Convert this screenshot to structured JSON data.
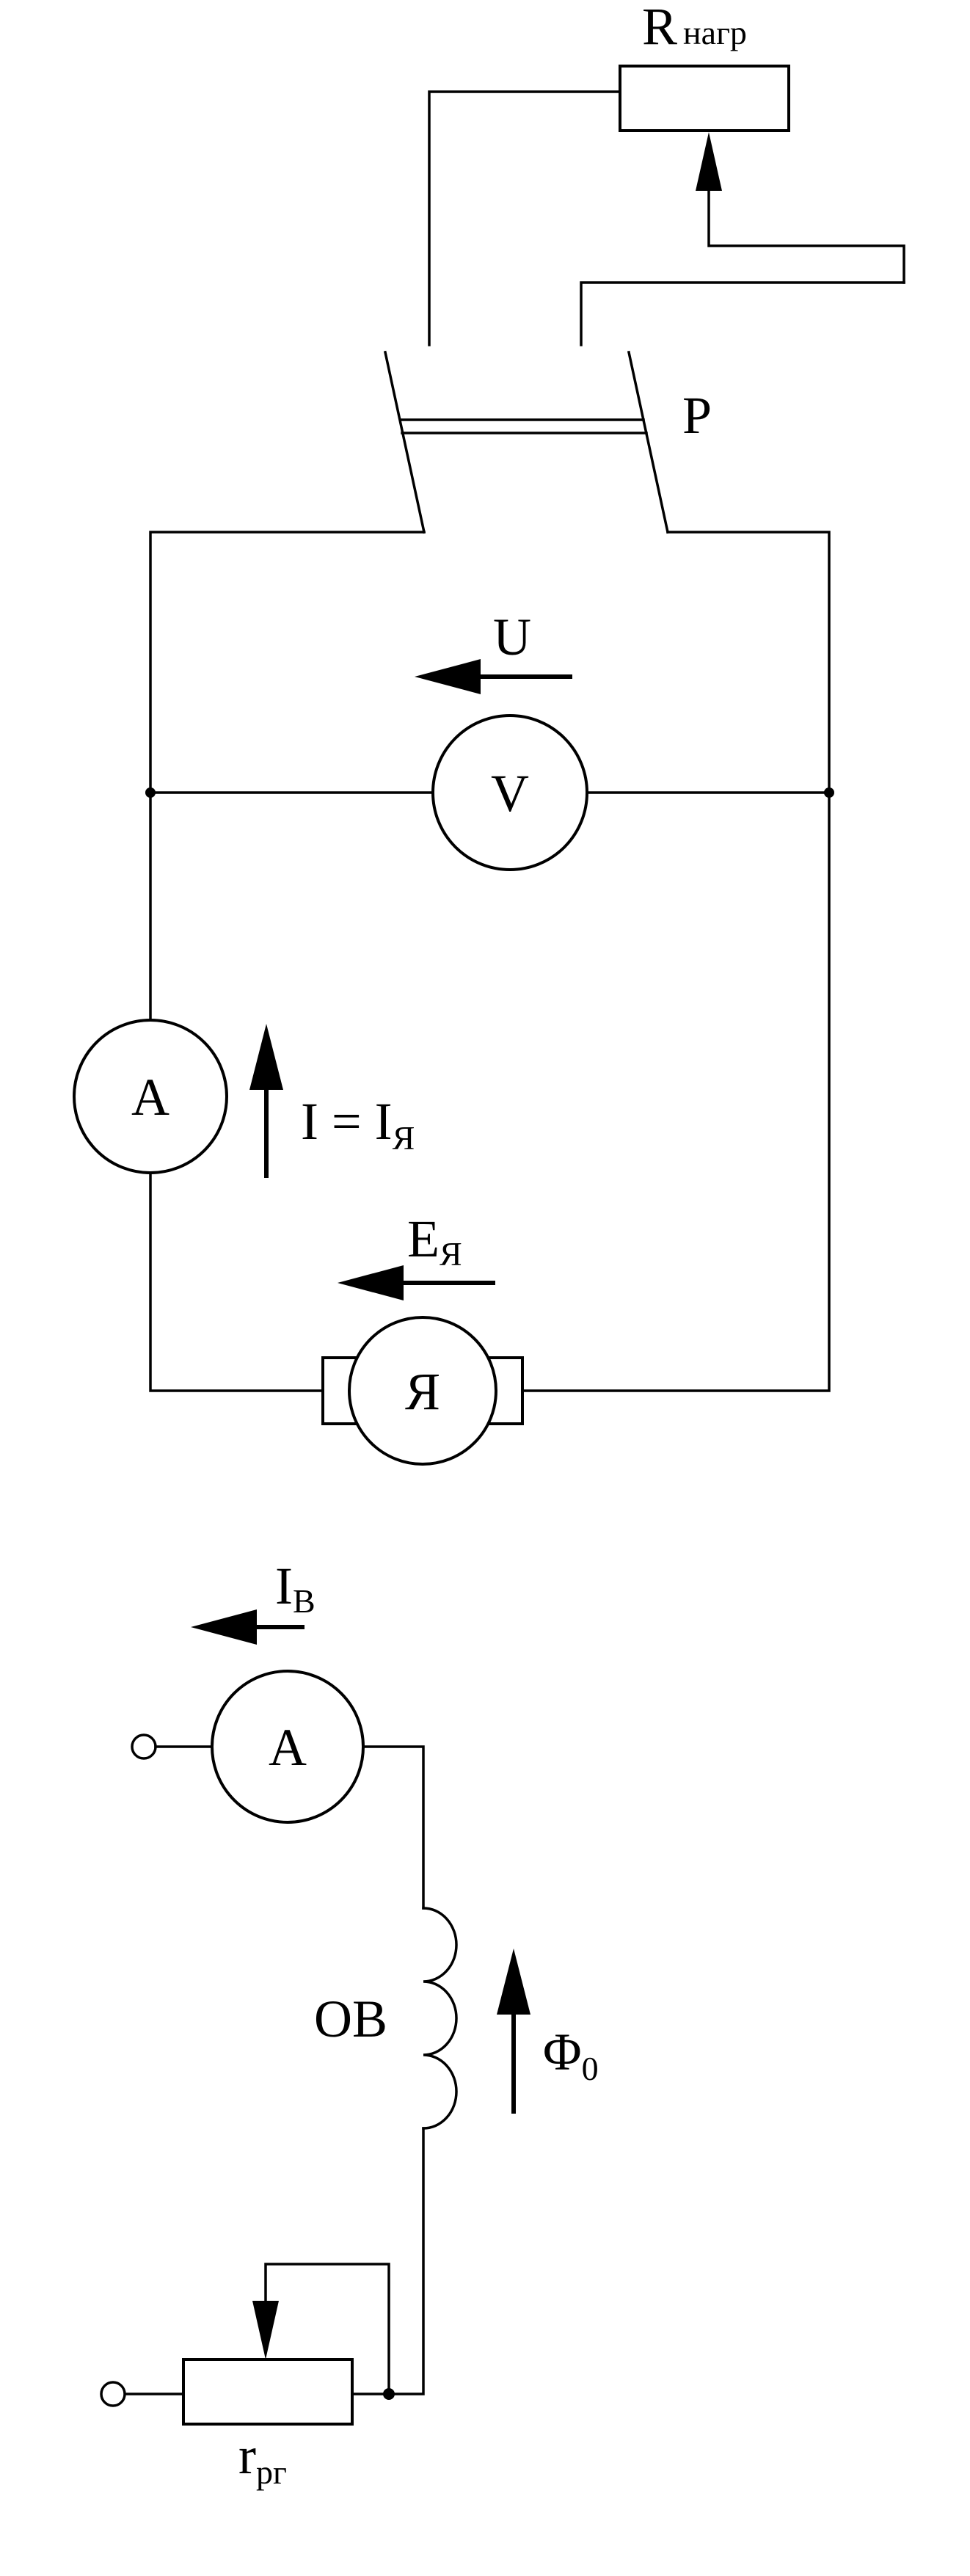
{
  "labels": {
    "rload_main": "R",
    "rload_sub": "нагр",
    "switch": "P",
    "voltage": "U",
    "voltmeter": "V",
    "ammeter_armature": "A",
    "current_main": "I = I",
    "current_sub": "Я",
    "emf_main": "E",
    "emf_sub": "Я",
    "armature": "Я",
    "field_current_main": "I",
    "field_current_sub": "В",
    "ammeter_field": "A",
    "field_winding": "ОВ",
    "flux_main": "Φ",
    "flux_sub": "0",
    "rheostat_main": "r",
    "rheostat_sub": "рг"
  }
}
